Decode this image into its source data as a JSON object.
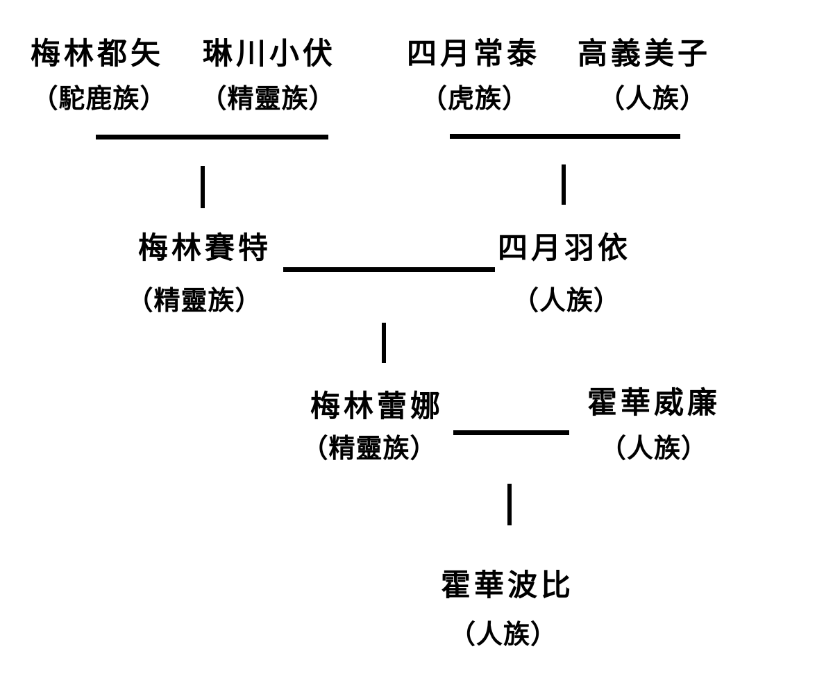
{
  "colors": {
    "background": "#ffffff",
    "text": "#000000",
    "line": "#000000"
  },
  "people": [
    {
      "name": "梅林都矢",
      "race": "（駝鹿族）"
    },
    {
      "name": "琳川小伏",
      "race": "（精靈族）"
    },
    {
      "name": "四月常泰",
      "race": "（虎族）"
    },
    {
      "name": "高義美子",
      "race": "（人族）"
    },
    {
      "name": "梅林賽特",
      "race": "（精靈族）"
    },
    {
      "name": "四月羽依",
      "race": "（人族）"
    },
    {
      "name": "梅林蕾娜",
      "race": "（精靈族）"
    },
    {
      "name": "霍華威廉",
      "race": "（人族）"
    },
    {
      "name": "霍華波比",
      "race": "（人族）"
    }
  ],
  "families": [
    {
      "parents": [
        "梅林都矢",
        "琳川小伏"
      ],
      "child": "梅林賽特"
    },
    {
      "parents": [
        "四月常泰",
        "高義美子"
      ],
      "child": "四月羽依"
    },
    {
      "parents": [
        "梅林賽特",
        "四月羽依"
      ],
      "child": "梅林蕾娜"
    },
    {
      "parents": [
        "梅林蕾娜",
        "霍華威廉"
      ],
      "child": "霍華波比"
    }
  ]
}
